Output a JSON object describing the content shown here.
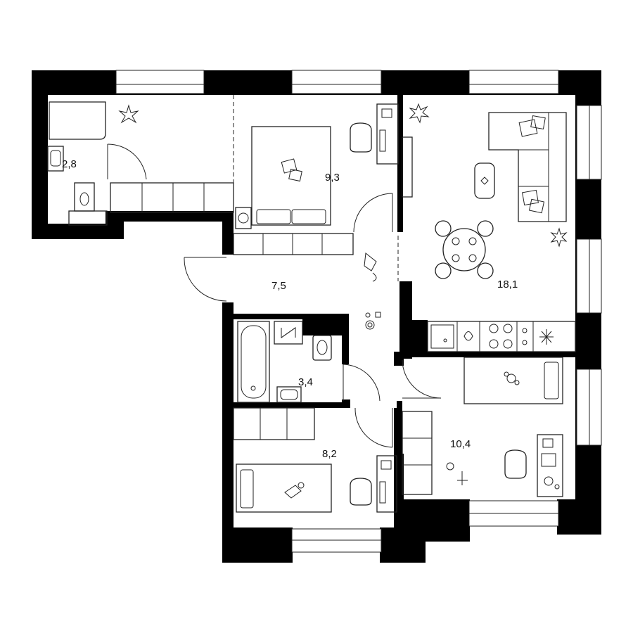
{
  "rooms": [
    {
      "id": "bathroom-small",
      "area": "2,8"
    },
    {
      "id": "bedroom",
      "area": "9,3"
    },
    {
      "id": "living-kitchen",
      "area": "18,1"
    },
    {
      "id": "hallway",
      "area": "7,5"
    },
    {
      "id": "bathroom",
      "area": "3,4"
    },
    {
      "id": "kids-room",
      "area": "8,2"
    },
    {
      "id": "second-bedroom",
      "area": "10,4"
    }
  ],
  "colors": {
    "wall": "#000000",
    "line": "#222222",
    "background": "#ffffff"
  },
  "icons": [
    "plant-icon",
    "bed-icon",
    "desk-icon",
    "chair-icon",
    "sofa-icon",
    "dining-table-icon",
    "stove-icon",
    "sink-icon",
    "toilet-icon",
    "bathtub-icon",
    "shower-icon",
    "washing-machine-icon",
    "toy-icon"
  ]
}
